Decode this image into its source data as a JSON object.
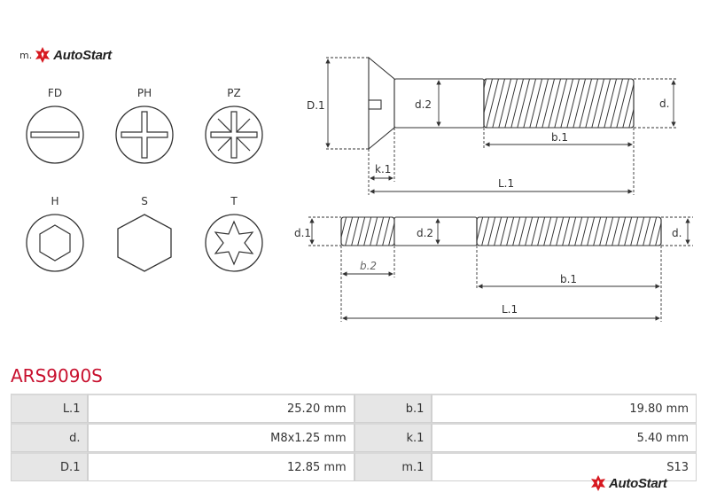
{
  "logo": {
    "prefix": "m.",
    "brand": "AutoStart",
    "accent": "#d71920"
  },
  "head_types": [
    {
      "label": "FD",
      "icon": "flat-slot-icon"
    },
    {
      "label": "PH",
      "icon": "phillips-icon"
    },
    {
      "label": "PZ",
      "icon": "pozidriv-icon"
    },
    {
      "label": "H",
      "icon": "hex-socket-icon"
    },
    {
      "label": "S",
      "icon": "hex-head-icon"
    },
    {
      "label": "T",
      "icon": "torx-icon"
    }
  ],
  "drawing": {
    "screw": {
      "D1": "D.1",
      "d2": "d.2",
      "d": "d.",
      "b1": "b.1",
      "k1": "k.1",
      "L1": "L.1"
    },
    "stud": {
      "d1": "d.1",
      "d2": "d.2",
      "d": "d.",
      "b2": "b.2",
      "b1": "b.1",
      "L1": "L.1"
    }
  },
  "product": {
    "code": "ARS9090S",
    "color": "#c8102e"
  },
  "specs": [
    [
      {
        "key": "L.1",
        "value": "25.20 mm"
      },
      {
        "key": "b.1",
        "value": "19.80 mm"
      }
    ],
    [
      {
        "key": "d.",
        "value": "M8x1.25 mm"
      },
      {
        "key": "k.1",
        "value": "5.40 mm"
      }
    ],
    [
      {
        "key": "D.1",
        "value": "12.85 mm"
      },
      {
        "key": "m.1",
        "value": "S13"
      }
    ]
  ]
}
